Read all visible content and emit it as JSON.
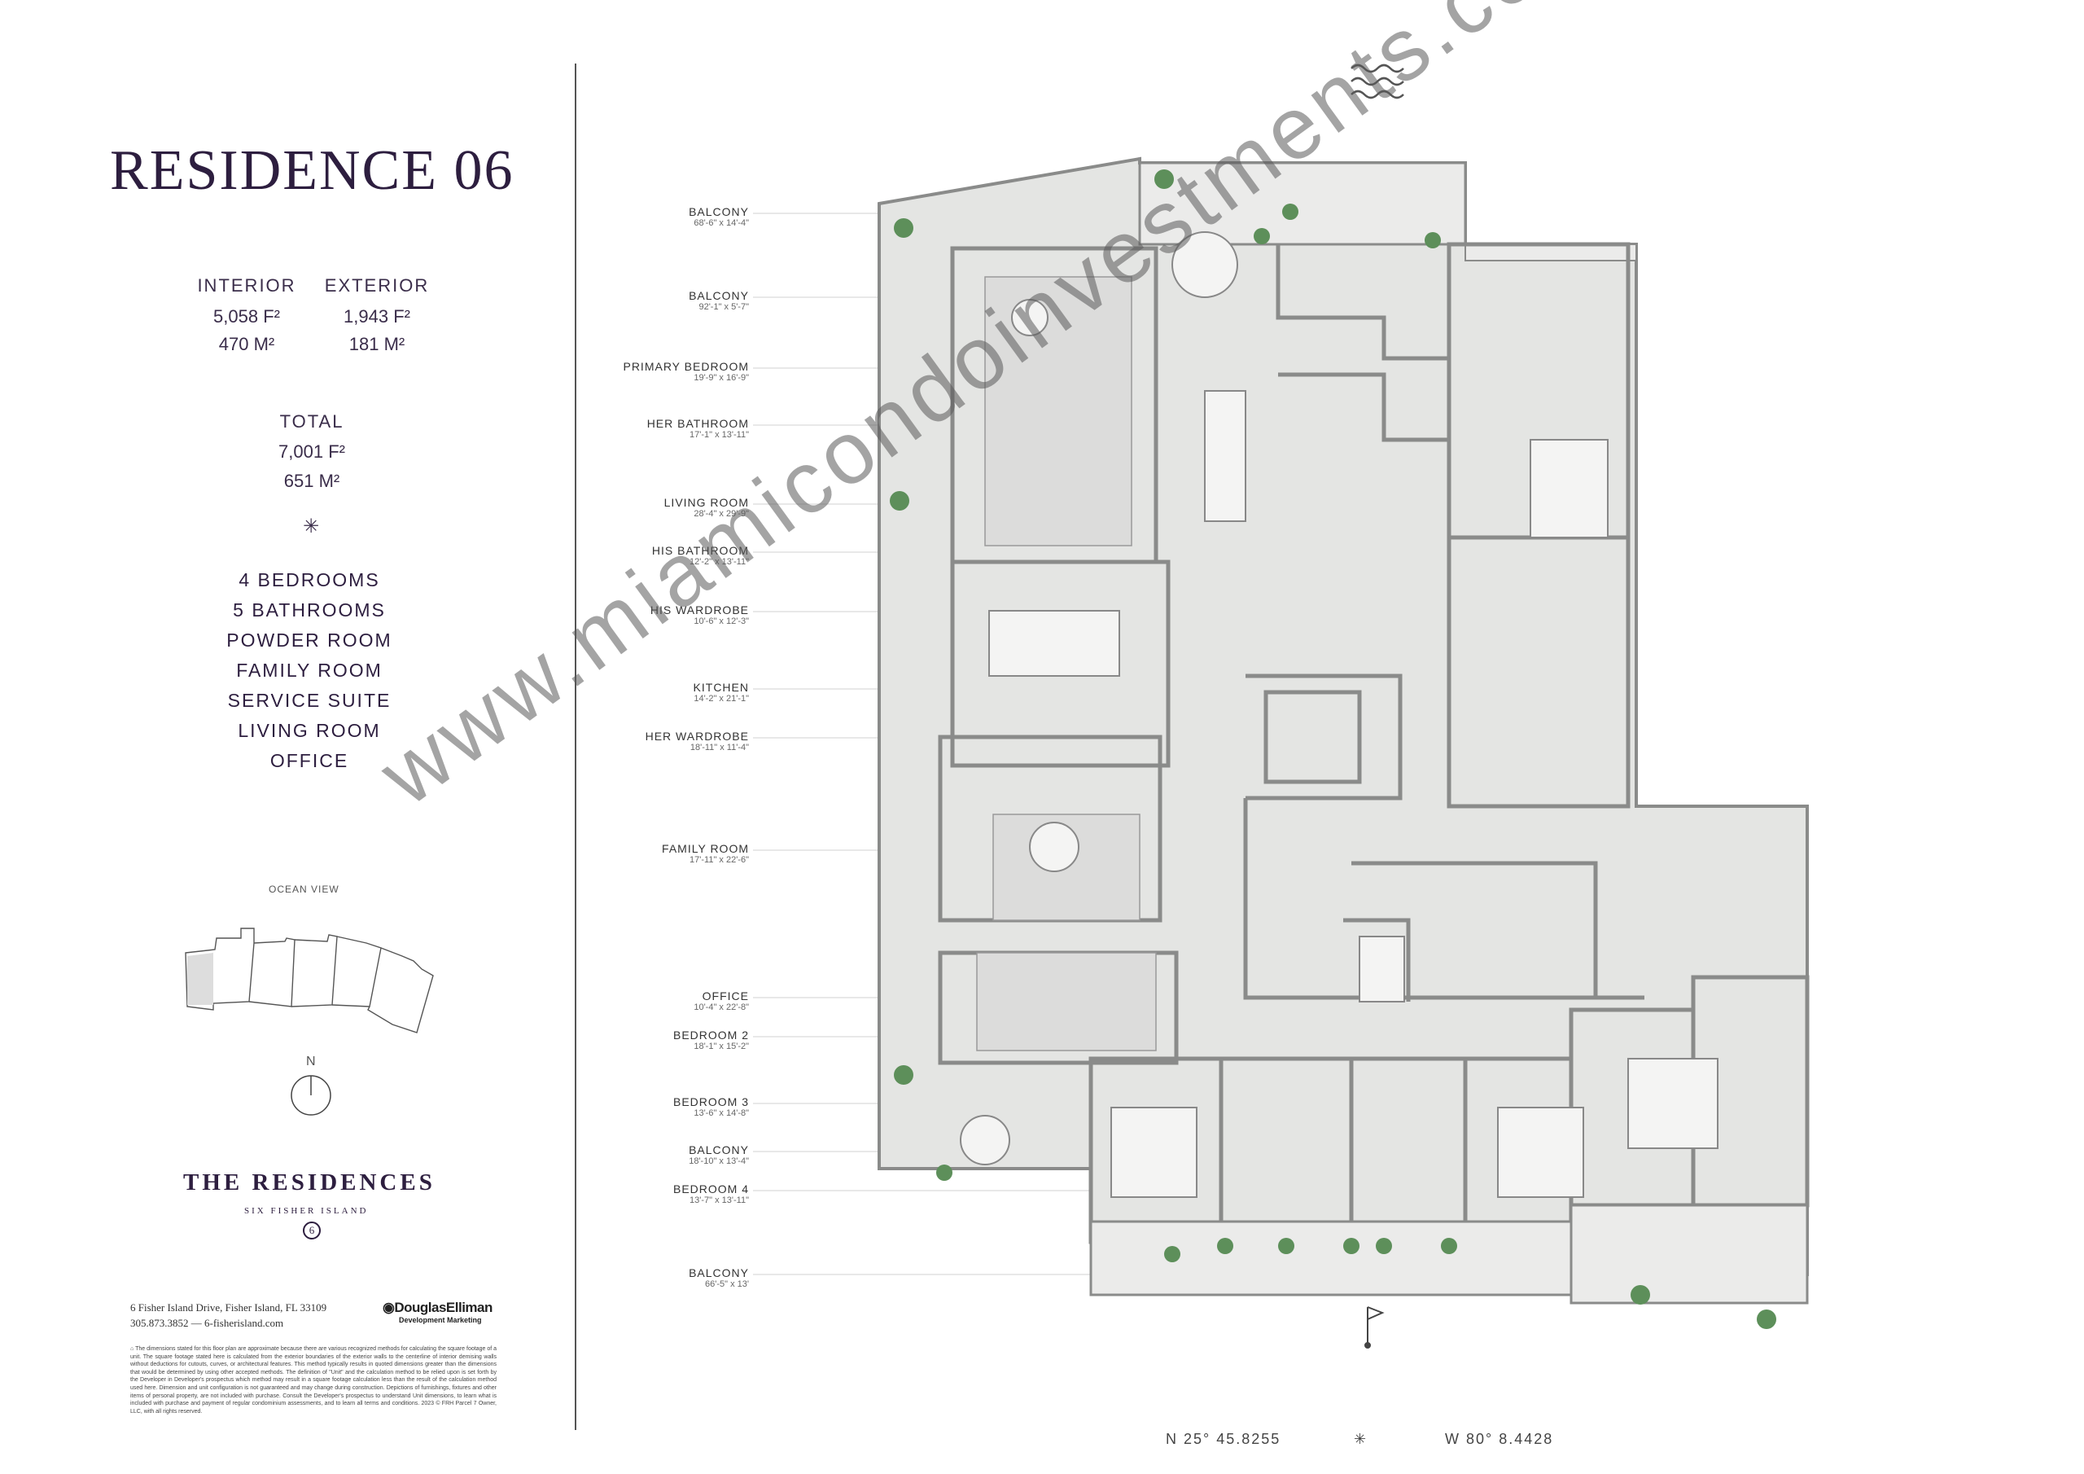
{
  "title": "RESIDENCE 06",
  "areas": {
    "interior_label": "INTERIOR",
    "exterior_label": "EXTERIOR",
    "interior_ft": "5,058 F²",
    "interior_m": "470 M²",
    "exterior_ft": "1,943 F²",
    "exterior_m": "181 M²",
    "total_label": "TOTAL",
    "total_ft": "7,001 F²",
    "total_m": "651 M²"
  },
  "features": [
    "4 BEDROOMS",
    "5 BATHROOMS",
    "POWDER ROOM",
    "FAMILY ROOM",
    "SERVICE SUITE",
    "LIVING ROOM",
    "OFFICE"
  ],
  "key_plan": {
    "ocean_view": "OCEAN VIEW",
    "north": "N"
  },
  "brand": {
    "name": "THE RESIDENCES",
    "sub": "SIX FISHER ISLAND",
    "badge": "6"
  },
  "contact": {
    "address": "6 Fisher Island Drive, Fisher Island, FL 33109",
    "phone_web": "305.873.3852 — 6-fisherisland.com"
  },
  "broker": {
    "name": "DouglasElliman",
    "sub": "Development Marketing"
  },
  "disclaimer": "The dimensions stated for this floor plan are approximate because there are various recognized methods for calculating the square footage of a unit. The square footage stated here is calculated from the exterior boundaries of the exterior walls to the centerline of interior demising walls without deductions for cutouts, curves, or architectural features. This method typically results in quoted dimensions greater than the dimensions that would be determined by using other accepted methods. The definition of \"Unit\" and the calculation method to be relied upon is set forth by the Developer in Developer's prospectus which method may result in a square footage calculation less than the result of the calculation method used here. Dimension and unit configuration is not guaranteed and may change during construction. Depictions of furnishings, fixtures and other items of personal property, are not included with purchase. Consult the Developer's prospectus to understand Unit dimensions, to learn what is included with purchase and payment of regular condominium assessments, and to learn all terms and conditions. 2023 © FRH Parcel 7 Owner, LLC, with all rights reserved.",
  "rooms": [
    {
      "name": "BALCONY",
      "dim": "68'-6\" x 14'-4\""
    },
    {
      "name": "BALCONY",
      "dim": "92'-1\" x 5'-7\""
    },
    {
      "name": "PRIMARY BEDROOM",
      "dim": "19'-9\" x 16'-9\""
    },
    {
      "name": "HER BATHROOM",
      "dim": "17'-1\" x 13'-11\""
    },
    {
      "name": "LIVING ROOM",
      "dim": "28'-4\" x 29'-9\""
    },
    {
      "name": "HIS BATHROOM",
      "dim": "12'-2\" x 13'-11\""
    },
    {
      "name": "HIS WARDROBE",
      "dim": "10'-6\" x 12'-3\""
    },
    {
      "name": "KITCHEN",
      "dim": "14'-2\" x 21'-1\""
    },
    {
      "name": "HER WARDROBE",
      "dim": "18'-11\" x 11'-4\""
    },
    {
      "name": "FAMILY ROOM",
      "dim": "17'-11\" x 22'-6\""
    },
    {
      "name": "OFFICE",
      "dim": "10'-4\" x 22'-8\""
    },
    {
      "name": "BEDROOM 2",
      "dim": "18'-1\" x 15'-2\""
    },
    {
      "name": "BEDROOM 3",
      "dim": "13'-6\" x 14'-8\""
    },
    {
      "name": "BALCONY",
      "dim": "18'-10\" x 13'-4\""
    },
    {
      "name": "BEDROOM 4",
      "dim": "13'-7\" x 13'-11\""
    },
    {
      "name": "BALCONY",
      "dim": "66'-5\" x 13'"
    }
  ],
  "coordinates": {
    "lat": "N 25° 45.8255",
    "lon": "W 80° 8.4428"
  },
  "watermark": "www.miamicondoinvestments.com",
  "colors": {
    "ink": "#2d1e3f",
    "floor": "#e4e5e3",
    "wall": "#8a8b8a",
    "plant": "#5d8f5a"
  }
}
